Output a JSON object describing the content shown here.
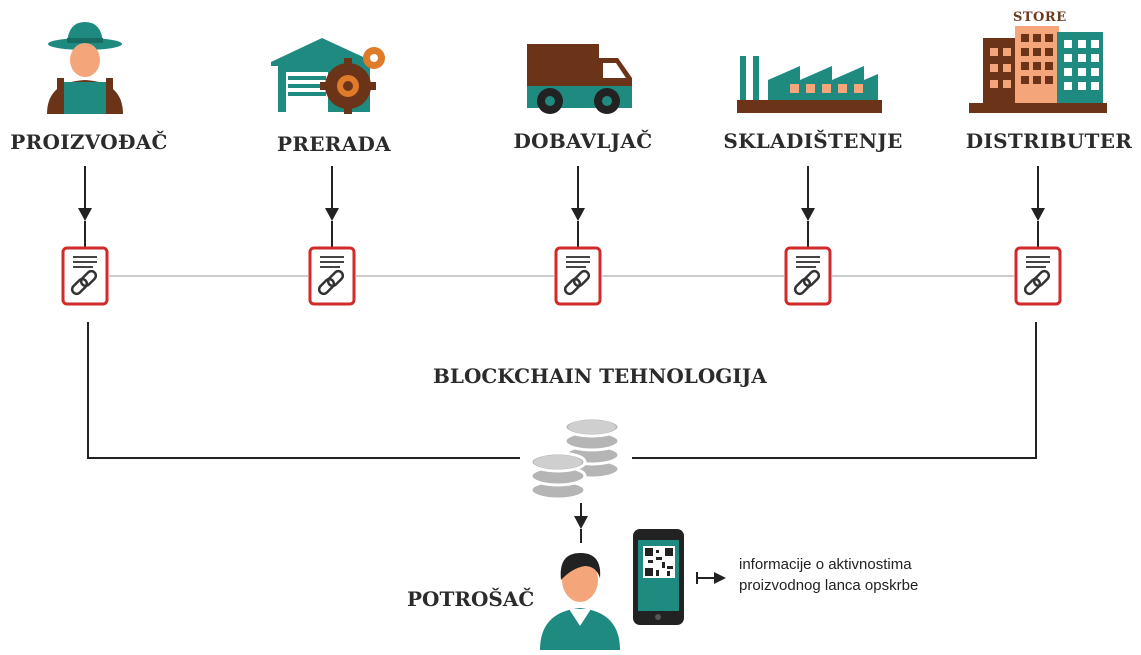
{
  "stages": [
    {
      "label": "PROIZVOĐAČ",
      "icon": "farmer-icon"
    },
    {
      "label": "PRERADA",
      "icon": "factory-gear-icon"
    },
    {
      "label": "DOBAVLJAČ",
      "icon": "delivery-truck-icon"
    },
    {
      "label": "SKLADIŠTENJE",
      "icon": "warehouse-factory-icon"
    },
    {
      "label": "DISTRIBUTER",
      "icon": "store-building-icon"
    }
  ],
  "store_sign": "STORE",
  "center_title": "BLOCKCHAIN TEHNOLOGIJA",
  "consumer_label": "POTROŠAČ",
  "info_text": {
    "line1": "informacije o aktivnostima",
    "line2": "proizvodnog lanca opskrbe"
  },
  "colors": {
    "teal": "#1f8a80",
    "brown": "#6b3419",
    "orange": "#f4a57a",
    "red_border": "#d12a2a",
    "coin_gray": "#b8b8b8",
    "line_gray": "#cccccc",
    "line_dark": "#222222"
  }
}
